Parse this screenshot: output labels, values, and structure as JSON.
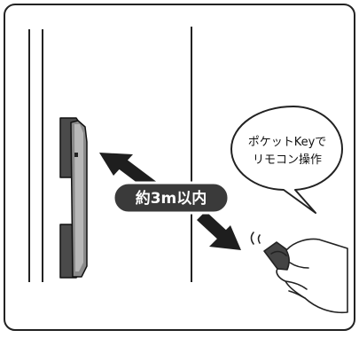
{
  "illustration": {
    "distance_label": "約3m以内",
    "speech_bubble_line1": "ポケットKeyで",
    "speech_bubble_line2": "リモコン操作"
  },
  "colors": {
    "frame": "#222222",
    "handle_dark": "#444444",
    "handle_mid": "#777777",
    "handle_light": "#a9a9a9",
    "label_fill": "#3a3a3a",
    "label_text": "#ffffff",
    "key_fob": "#444444"
  }
}
